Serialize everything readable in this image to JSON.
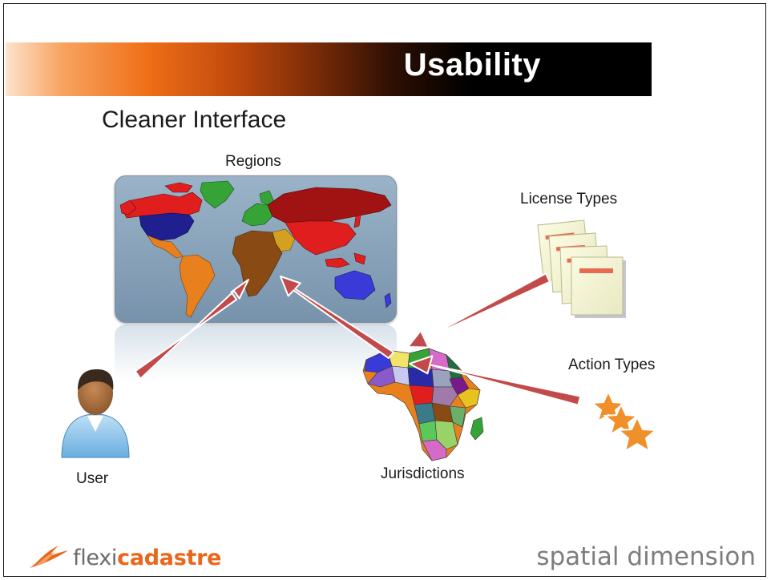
{
  "slide": {
    "title": "Usability",
    "subtitle": "Cleaner Interface"
  },
  "nodes": {
    "regions": "Regions",
    "license_types": "License Types",
    "action_types": "Action Types",
    "user": "User",
    "jurisdictions": "Jurisdictions"
  },
  "icons": {
    "regions": "world-map-icon",
    "license_types": "document-stack-icon",
    "action_types": "stars-icon",
    "user": "person-icon",
    "jurisdictions": "africa-map-icon"
  },
  "edges": [
    {
      "from": "user",
      "to": "regions"
    },
    {
      "from": "jurisdictions",
      "to": "regions"
    },
    {
      "from": "license_types",
      "to": "jurisdictions"
    },
    {
      "from": "action_types",
      "to": "jurisdictions"
    }
  ],
  "footer": {
    "brand_left_part1": "flexi",
    "brand_left_part2": "cadastre",
    "brand_right": "spatial dimension"
  },
  "colors": {
    "title_bar_dark": "#000000",
    "title_bar_orange": "#ef6f17",
    "arrow": "#c24a4a",
    "brand_orange": "#e8671a"
  }
}
